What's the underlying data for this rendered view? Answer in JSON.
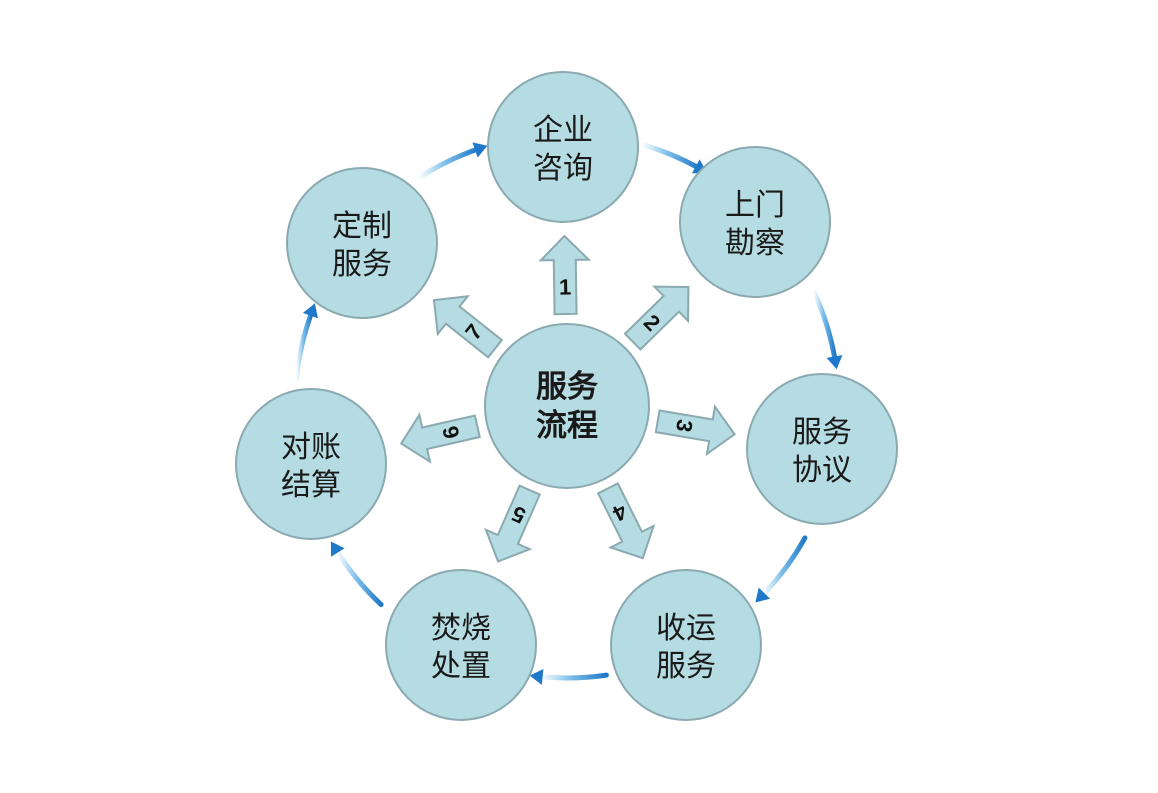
{
  "center": {
    "line1": "服务",
    "line2": "流程"
  },
  "nodes": [
    {
      "id": "consult",
      "line1": "企业",
      "line2": "咨询",
      "step": "1"
    },
    {
      "id": "survey",
      "line1": "上门",
      "line2": "勘察",
      "step": "2"
    },
    {
      "id": "agreement",
      "line1": "服务",
      "line2": "协议",
      "step": "3"
    },
    {
      "id": "collection",
      "line1": "收运",
      "line2": "服务",
      "step": "4"
    },
    {
      "id": "disposal",
      "line1": "焚烧",
      "line2": "处置",
      "step": "5"
    },
    {
      "id": "settlement",
      "line1": "对账",
      "line2": "结算",
      "step": "6"
    },
    {
      "id": "custom",
      "line1": "定制",
      "line2": "服务",
      "step": "7"
    }
  ],
  "colors": {
    "node_fill": "#b5dce2",
    "node_stroke": "#8aa9b0",
    "cycle_arrow": "#1f78c8"
  }
}
